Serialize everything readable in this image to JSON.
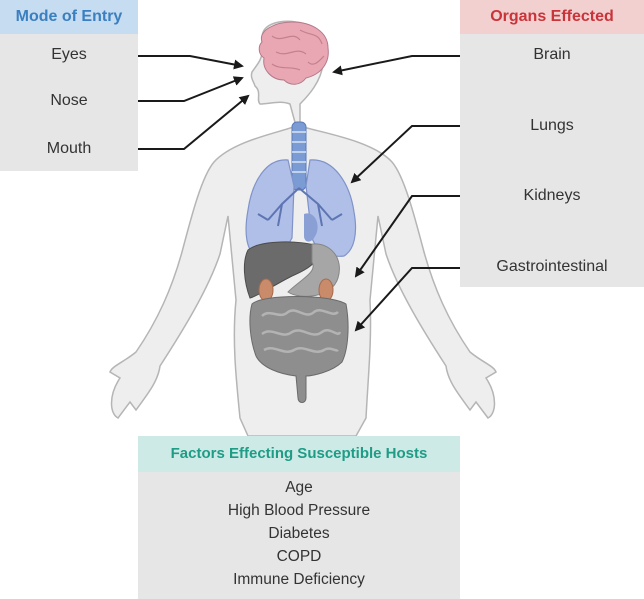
{
  "mode_of_entry": {
    "title": "Mode of Entry",
    "items": [
      "Eyes",
      "Nose",
      "Mouth"
    ]
  },
  "organs_effected": {
    "title": "Organs Effected",
    "items": [
      "Brain",
      "Lungs",
      "Kidneys",
      "Gastrointestinal"
    ]
  },
  "factors": {
    "title": "Factors Effecting Susceptible Hosts",
    "items": [
      "Age",
      "High Blood Pressure",
      "Diabetes",
      "COPD",
      "Immune Deficiency"
    ]
  },
  "colors": {
    "mode_header_bg": "#c6dcf0",
    "mode_header_text": "#3a7fc0",
    "organs_header_bg": "#f3d0d0",
    "organs_header_text": "#c8343a",
    "factors_header_bg": "#cdeae6",
    "factors_header_text": "#1f9c86",
    "panel_bg": "#e6e6e6"
  }
}
